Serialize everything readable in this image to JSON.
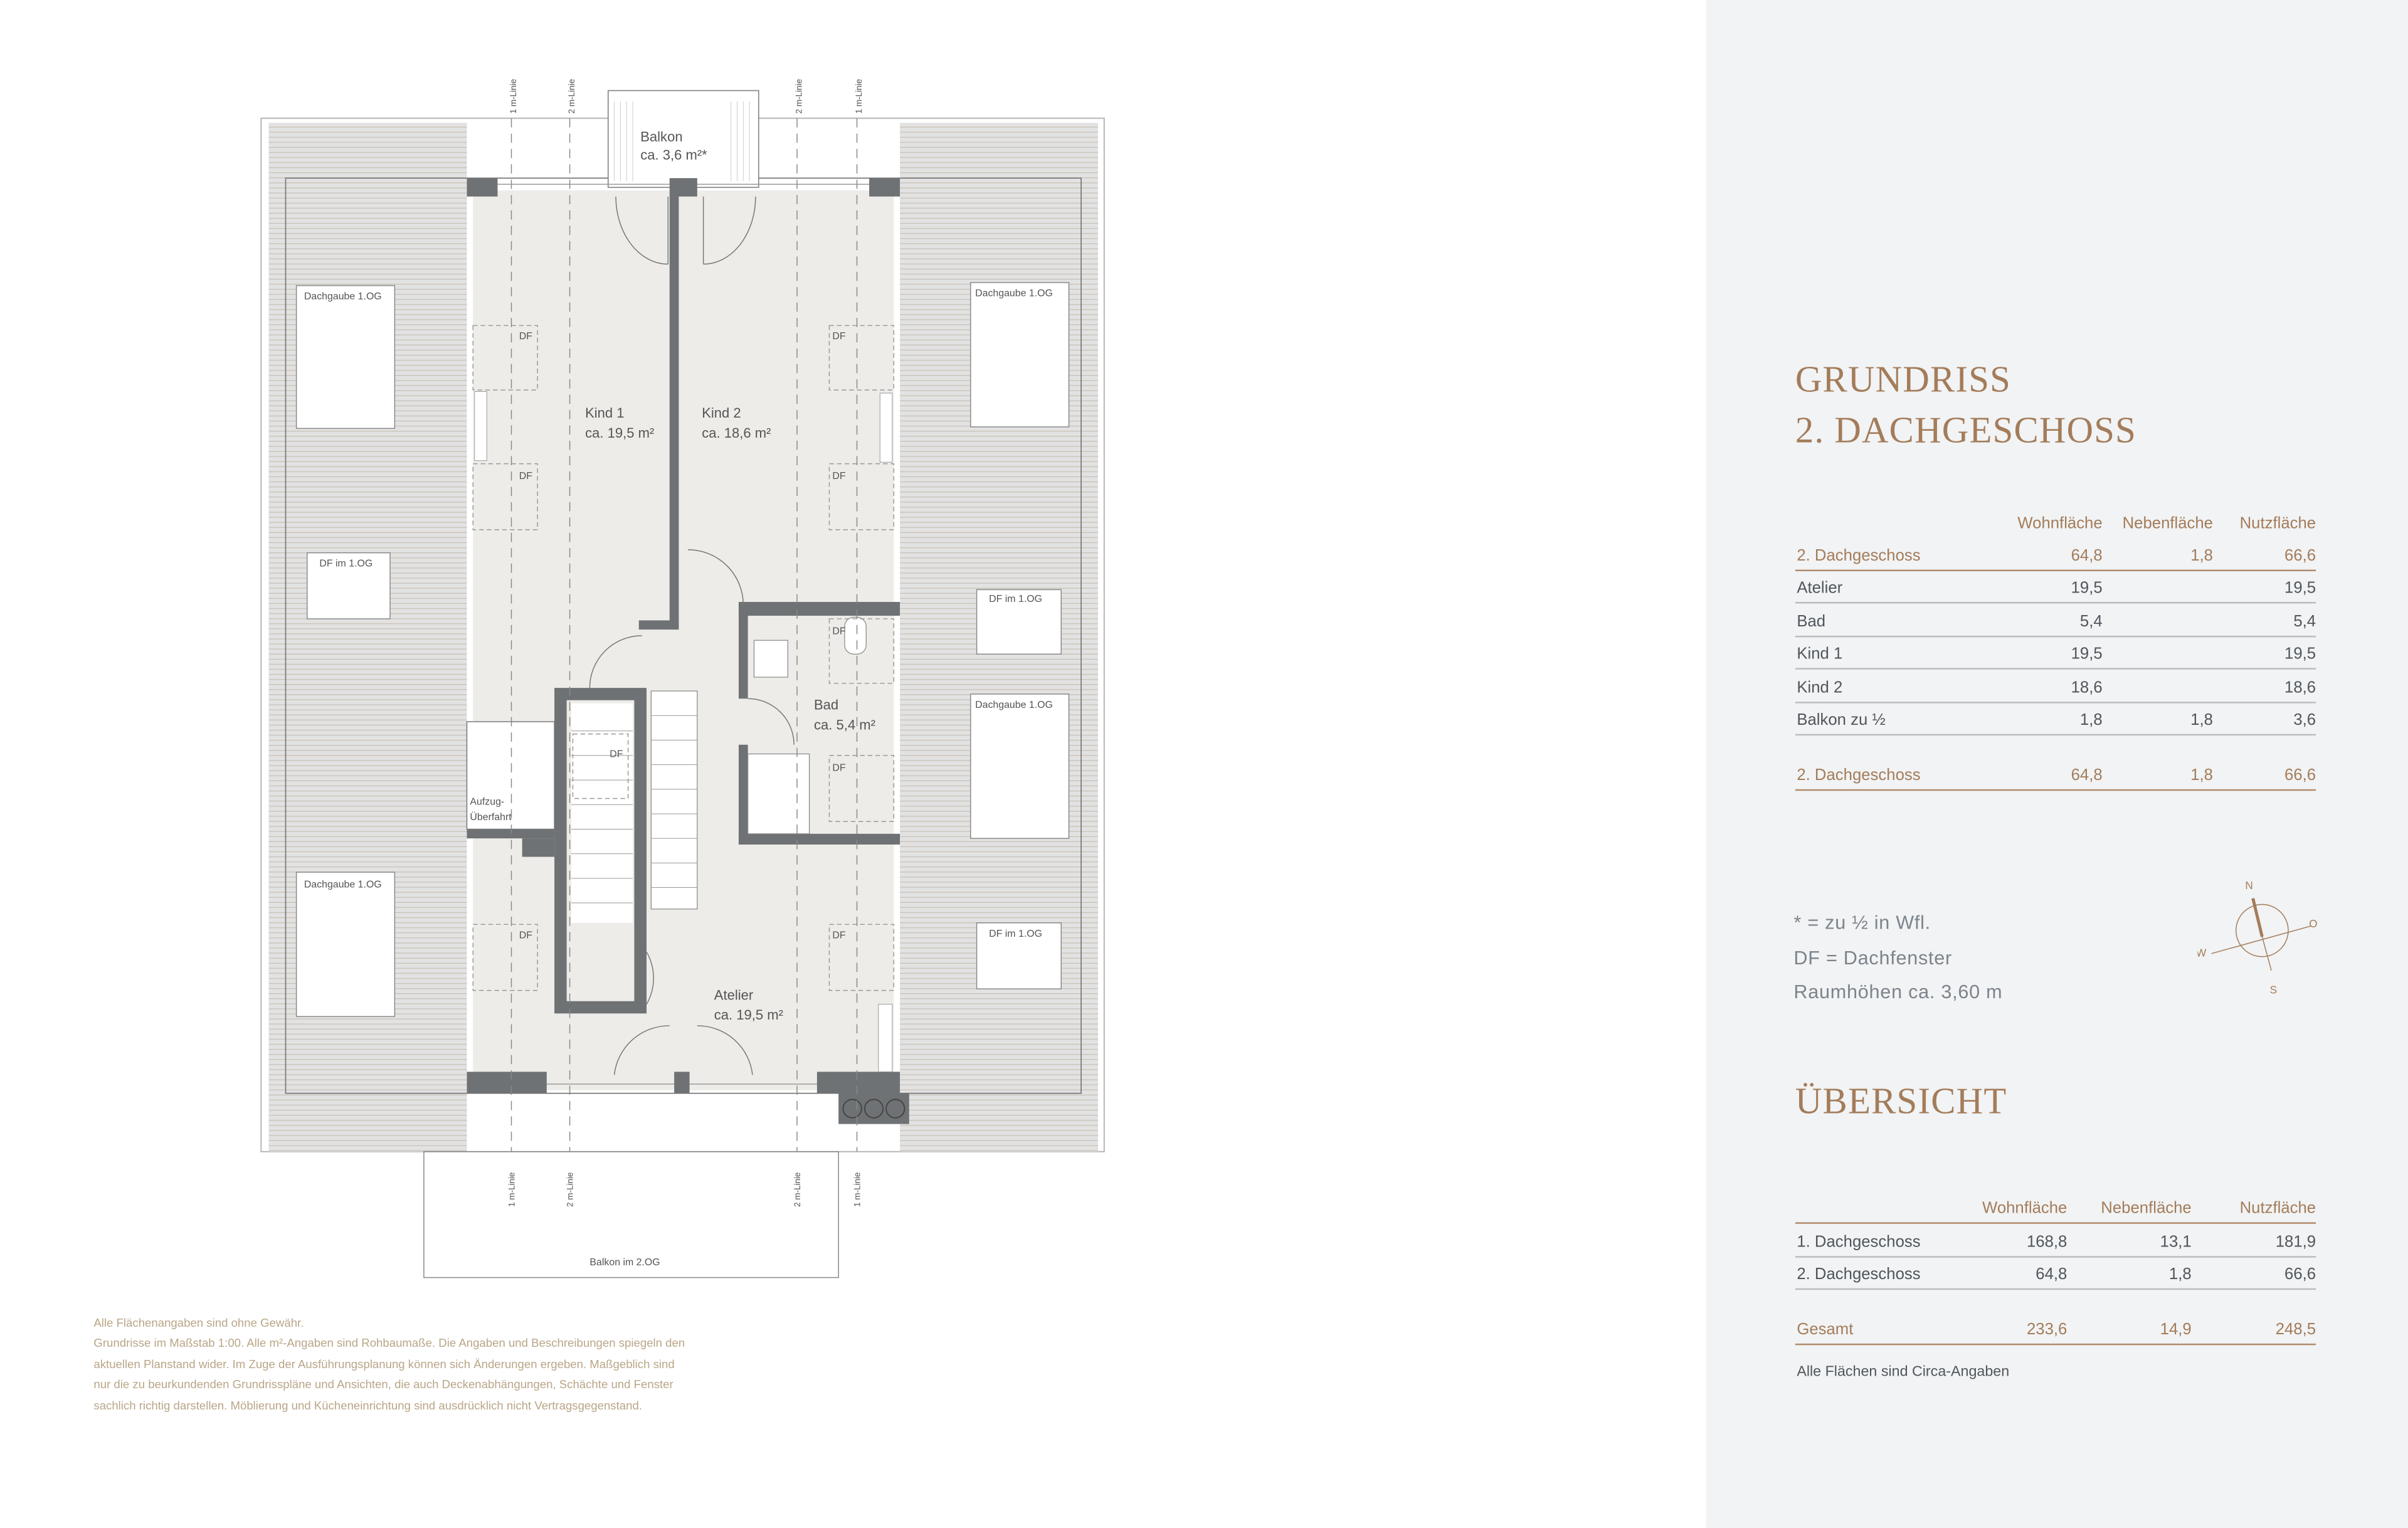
{
  "plan": {
    "balkon_top": {
      "label": "Balkon",
      "area": "ca. 3,6 m²*"
    },
    "rooms": {
      "kind1": {
        "label": "Kind 1",
        "area": "ca. 19,5 m²"
      },
      "kind2": {
        "label": "Kind 2",
        "area": "ca. 18,6 m²"
      },
      "bad": {
        "label": "Bad",
        "area": "ca. 5,4 m²"
      },
      "atelier": {
        "label": "Atelier",
        "area": "ca. 19,5 m²"
      }
    },
    "aufzug": [
      "Aufzug-",
      "Überfahrt"
    ],
    "dachgaube": "Dachgaube 1.OG",
    "df_1og": "DF im 1.OG",
    "df": "DF",
    "line_1m": "1 m-Linie",
    "line_2m": "2 m-Linie",
    "balkon_bottom": "Balkon im 2.OG"
  },
  "disclaimer": [
    "Alle Flächenangaben sind ohne Gewähr.",
    "Grundrisse im Maßstab 1:00. Alle m²-Angaben sind Rohbaumaße. Die Angaben und Beschreibungen spiegeln den",
    "aktuellen Planstand wider. Im Zuge der Ausführungsplanung können sich Änderungen ergeben. Maßgeblich sind",
    "nur die zu beurkundenden Grundrisspläne und Ansichten, die auch Deckenabhängungen, Schächte und Fenster",
    "sachlich richtig darstellen. Möblierung und Kücheneinrichtung sind ausdrücklich nicht Vertragsgegenstand."
  ],
  "panel": {
    "title_line1": "GRUNDRISS",
    "title_line2": "2. DACHGESCHOSS",
    "floor_table": {
      "headers": [
        "Wohnfläche",
        "Nebenfläche",
        "Nutzfläche"
      ],
      "summary": [
        "2. Dachgeschoss",
        "64,8",
        "1,8",
        "66,6"
      ],
      "rows": [
        [
          "Atelier",
          "19,5",
          "",
          "19,5"
        ],
        [
          "Bad",
          "5,4",
          "",
          "5,4"
        ],
        [
          "Kind 1",
          "19,5",
          "",
          "19,5"
        ],
        [
          "Kind 2",
          "18,6",
          "",
          "18,6"
        ],
        [
          "Balkon zu ½",
          "1,8",
          "1,8",
          "3,6"
        ]
      ],
      "total": [
        "2. Dachgeschoss",
        "64,8",
        "1,8",
        "66,6"
      ]
    },
    "notes": [
      "* = zu ½ in Wfl.",
      "DF = Dachfenster",
      "Raumhöhen ca. 3,60 m"
    ],
    "compass": {
      "n": "N",
      "o": "O",
      "s": "S",
      "w": "W"
    },
    "overview_title": "ÜBERSICHT",
    "overview_table": {
      "headers": [
        "Wohnfläche",
        "Nebenfläche",
        "Nutzfläche"
      ],
      "rows": [
        [
          "1. Dachgeschoss",
          "168,8",
          "13,1",
          "181,9"
        ],
        [
          "2. Dachgeschoss",
          "64,8",
          "1,8",
          "66,6"
        ]
      ],
      "total": [
        "Gesamt",
        "233,6",
        "14,9",
        "248,5"
      ]
    },
    "footnote": "Alle Flächen sind Circa-Angaben"
  },
  "colors": {
    "accent": "#a47c5a",
    "wall": "#6f7274",
    "floor": "#eeece8",
    "panel": "#f1f3f4"
  }
}
